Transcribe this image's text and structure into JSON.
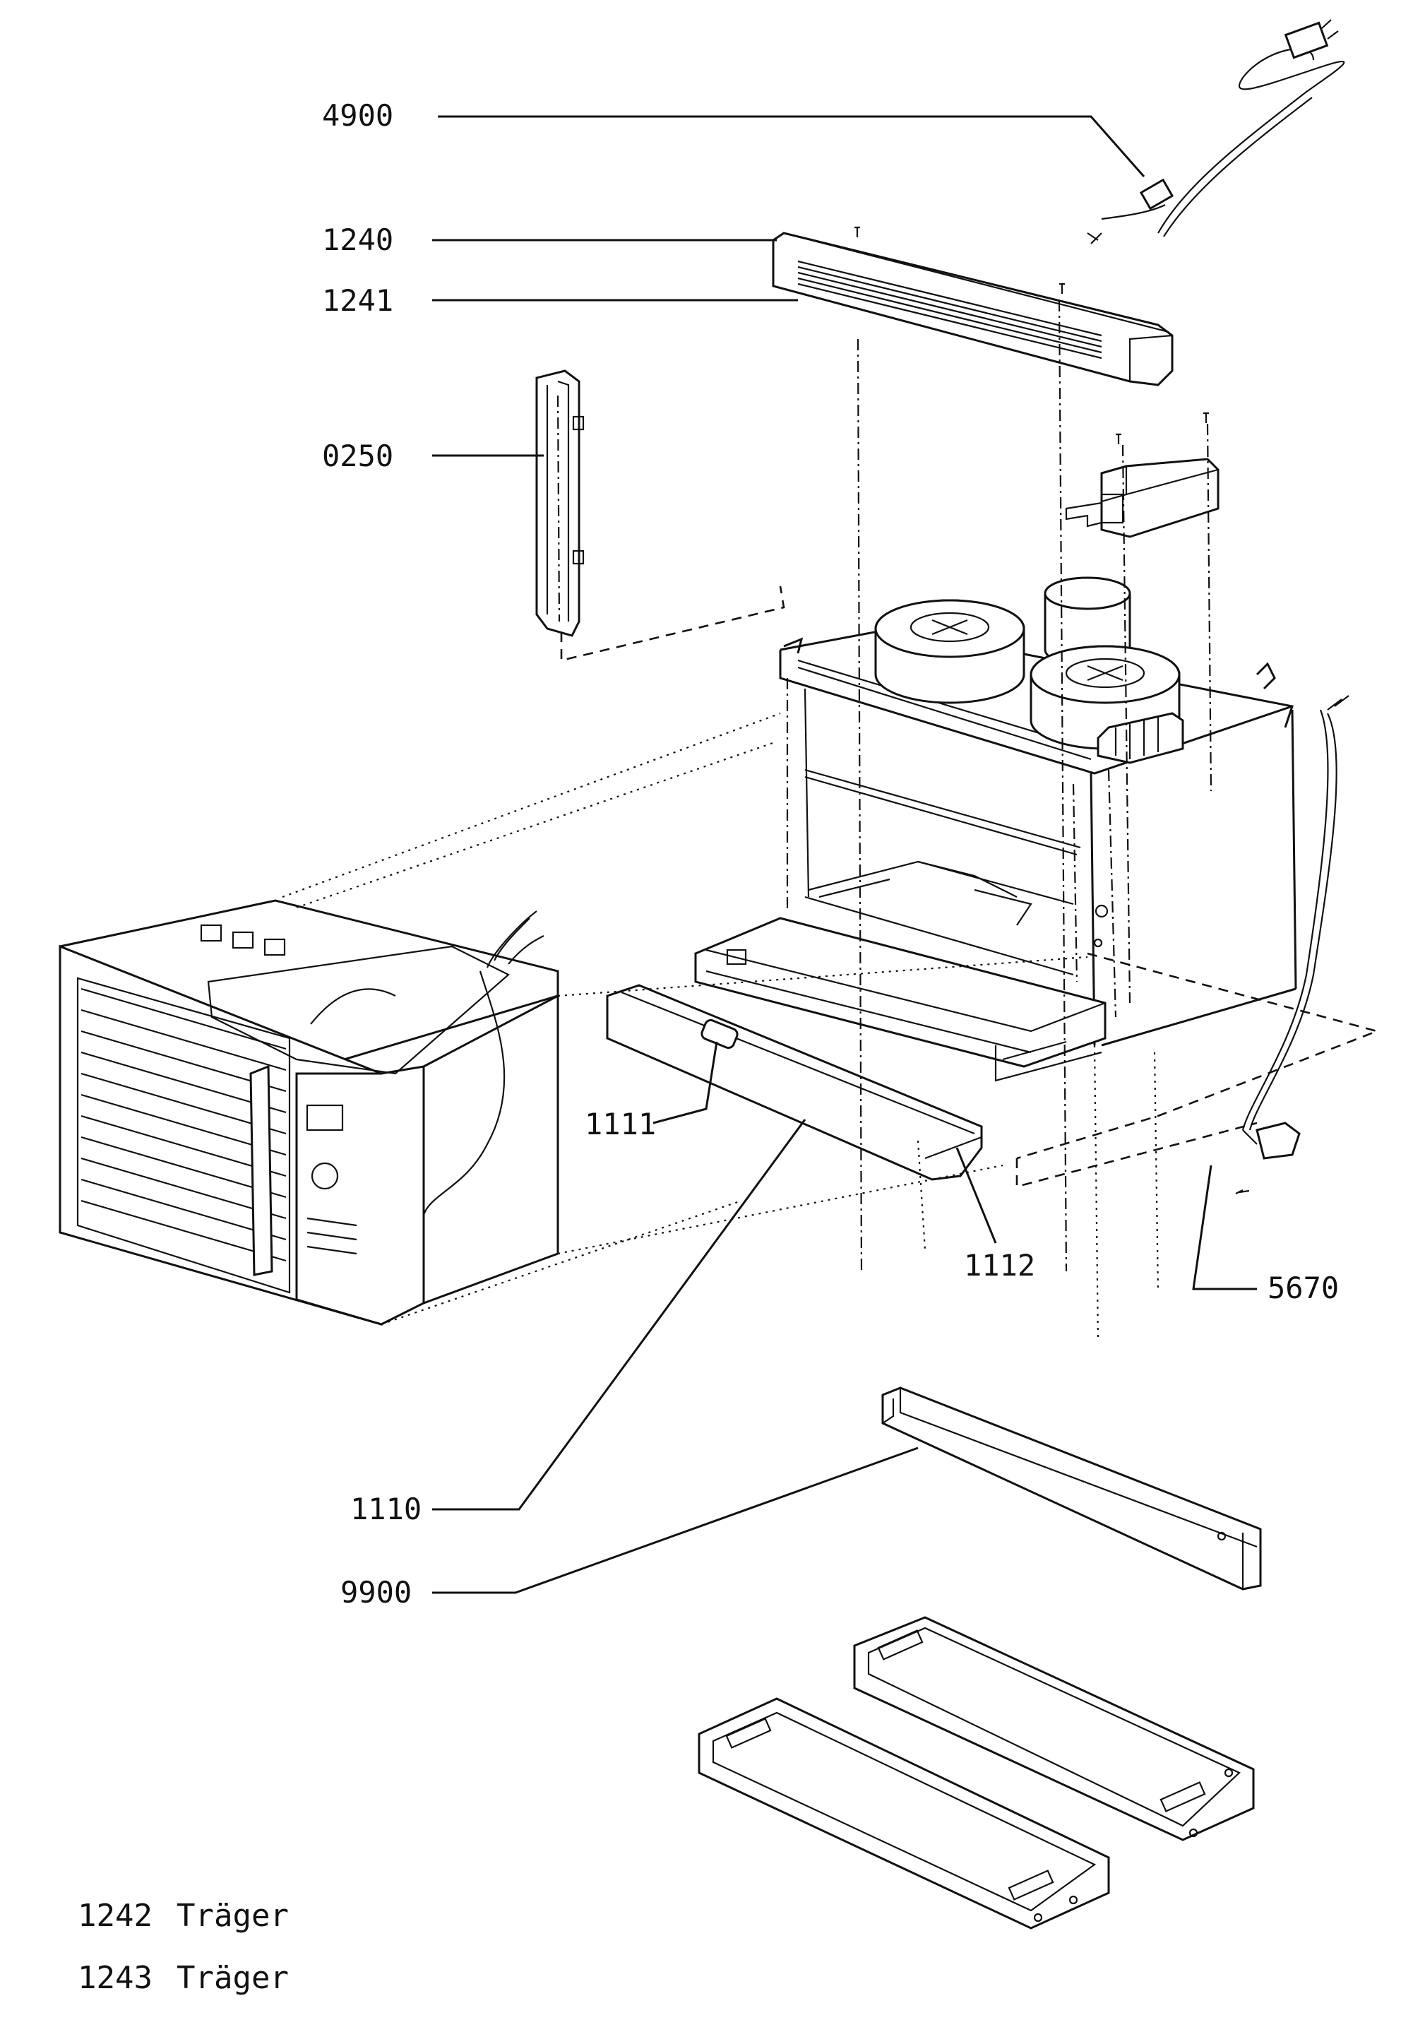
{
  "callouts": {
    "c4900": "4900",
    "c1240": "1240",
    "c1241": "1241",
    "c0250": "0250",
    "c1111": "1111",
    "c1112": "1112",
    "c5670": "5670",
    "c1110": "1110",
    "c9900": "9900"
  },
  "notes": [
    {
      "number": "1242",
      "text": "Träger"
    },
    {
      "number": "1243",
      "text": "Träger"
    }
  ],
  "colors": {
    "ink": "#111111",
    "paper": "#ffffff"
  }
}
